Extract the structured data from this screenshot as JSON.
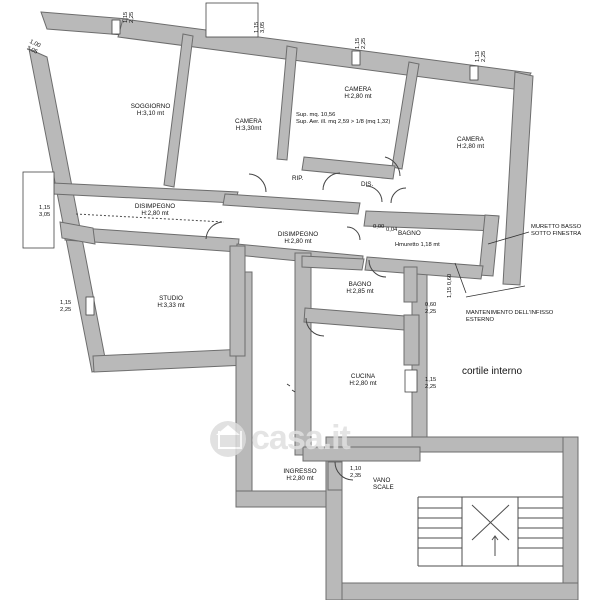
{
  "plan": {
    "rooms": {
      "soggiorno": {
        "name": "SOGGIORNO",
        "height": "H:3,10 mt"
      },
      "camera_left": {
        "name": "CAMERA",
        "height": "H:3,30mt"
      },
      "camera_center": {
        "name": "CAMERA",
        "height": "H:2,80 mt",
        "surface": "Sup. mq. 10,56",
        "ratio": "Sup. Aer. ill. mq 2,59 > 1/8 (mq 1,32)"
      },
      "camera_right": {
        "name": "CAMERA",
        "height": "H:2,80 mt"
      },
      "disimpegno_left": {
        "name": "DISIMPEGNO",
        "height": "H:2,80 mt"
      },
      "disimpegno_center": {
        "name": "DISIMPEGNO",
        "height": "H:2,80 mt"
      },
      "rip": {
        "name": "RIP."
      },
      "dis": {
        "name": "DIS."
      },
      "bagno_top": {
        "name": "BAGNO",
        "note": "Hmuretto 1,18 mt"
      },
      "studio": {
        "name": "STUDIO",
        "height": "H:3,33 mt"
      },
      "bagno_bottom": {
        "name": "BAGNO",
        "height": "H:2,85 mt"
      },
      "cucina": {
        "name": "CUCINA",
        "height": "H:2,80 mt"
      },
      "ingresso": {
        "name": "INGRESSO",
        "height": "H:2,80 mt"
      },
      "vano_scale": {
        "name": "VANO",
        "name2": "SCALE"
      }
    },
    "notes": {
      "muretto": "MURETTO BASSO",
      "muretto2": "SOTTO FINESTRA",
      "mantenimento": "MANTENIMENTO DELL'INFISSO",
      "mantenimento2": "ESTERNO",
      "courtyard": "cortile interno"
    },
    "dimensions": {
      "d1": "1,15",
      "d2": "2,25",
      "d3": "1,00",
      "d4": "3,05",
      "d5": "1,15",
      "d6": "3,05",
      "d7": "1,15",
      "d8": "2,25",
      "d9": "1,15",
      "d10": "2,25",
      "d11": "1,15",
      "d12": "3,05",
      "d13": "1,15",
      "d14": "2,25",
      "d15": "0,60",
      "d16": "2,25",
      "d17": "1,15",
      "d18": "2,25",
      "d19": "1,10",
      "d20": "2,35",
      "d21": "0,00",
      "d22": "0,04",
      "d23": "1,15",
      "d24": "0,60"
    },
    "watermark": "casa.it"
  }
}
